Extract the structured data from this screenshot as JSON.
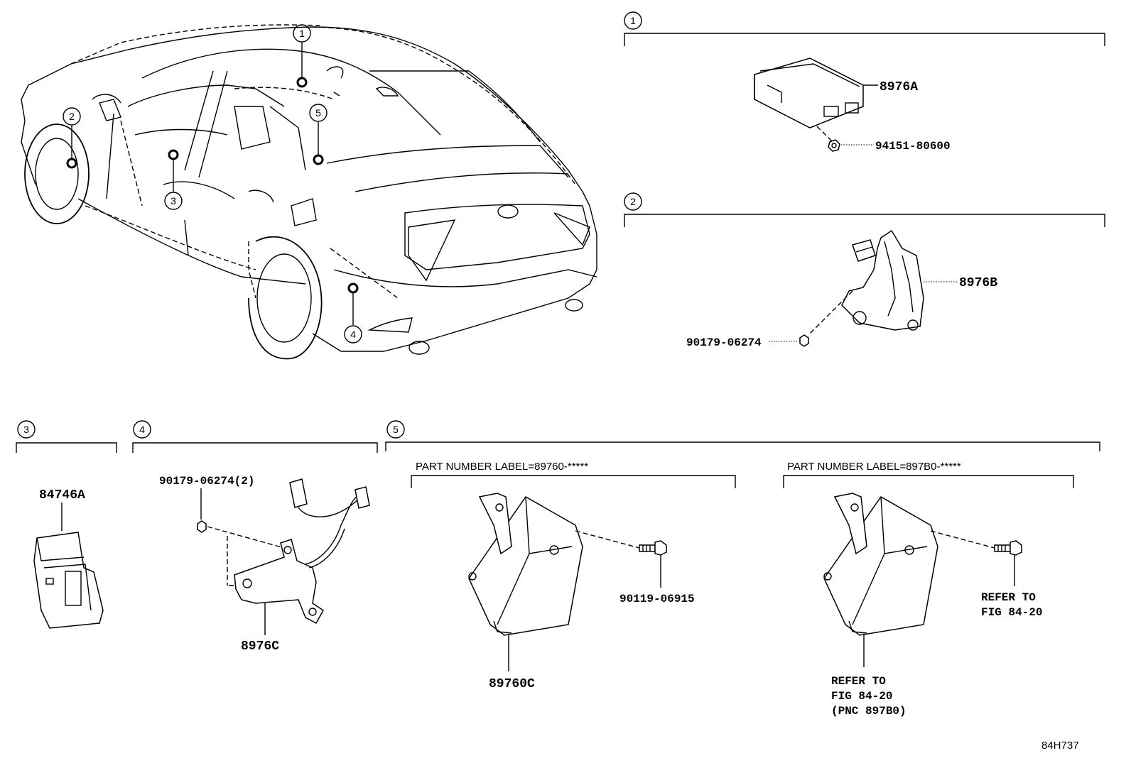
{
  "diagram_code": "84H737",
  "sections": [
    {
      "num": "1"
    },
    {
      "num": "2"
    },
    {
      "num": "3"
    },
    {
      "num": "4"
    },
    {
      "num": "5"
    }
  ],
  "car_markers": [
    "1",
    "2",
    "3",
    "4",
    "5"
  ],
  "labels": {
    "part_8976A": "8976A",
    "bolt_94151": "94151-80600",
    "part_8976B": "8976B",
    "nut_90179": "90179-06274",
    "part_84746A": "84746A",
    "nut_90179_2": "90179-06274(2)",
    "part_8976C": "8976C",
    "label_89760": "PART NUMBER LABEL=89760-*****",
    "label_897B0": "PART NUMBER LABEL=897B0-*****",
    "bolt_90119": "90119-06915",
    "part_89760C": "89760C",
    "refer_line1": "REFER TO",
    "refer_line2": "FIG 84-20",
    "refer2_line1": "REFER TO",
    "refer2_line2": "FIG 84-20",
    "refer2_line3": "(PNC 897B0)"
  }
}
